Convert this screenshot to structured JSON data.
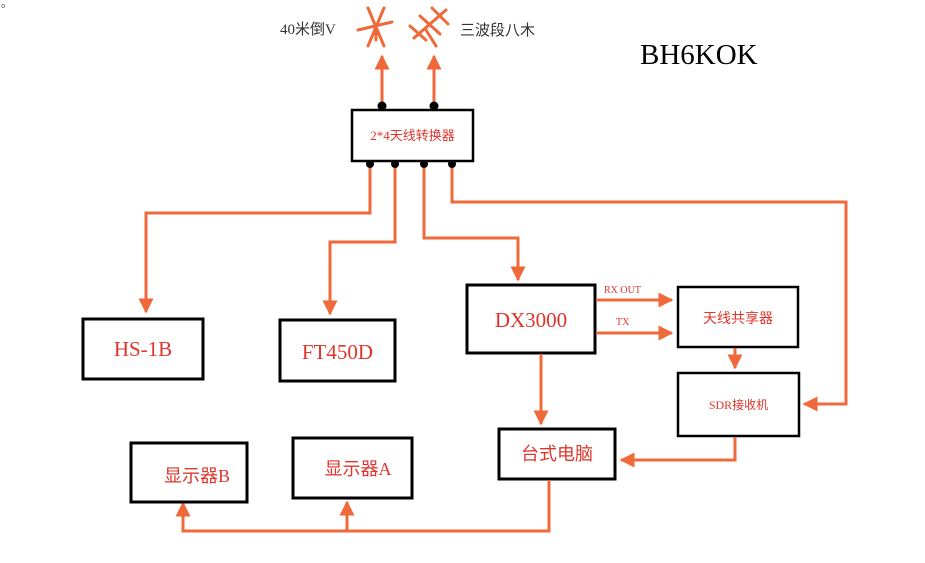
{
  "callsign": "BH6KOK",
  "corner_mark": "o",
  "colors": {
    "line": "#ee6a3a",
    "text_red": "#e0342c",
    "box": "#000000",
    "text_dark": "#333333"
  },
  "antennas": [
    {
      "label": "40米倒V",
      "icon": "inverted-v-antenna-icon"
    },
    {
      "label": "三波段八木",
      "icon": "yagi-antenna-icon"
    }
  ],
  "switcher": {
    "label": "2*4天线转换器"
  },
  "radios": [
    {
      "id": "hs1b",
      "label": "HS-1B"
    },
    {
      "id": "ft450d",
      "label": "FT450D"
    },
    {
      "id": "dx3000",
      "label": "DX3000"
    }
  ],
  "splitter": {
    "label": "天线共享器"
  },
  "sdr": {
    "label": "SDR接收机"
  },
  "pc": {
    "label": "台式电脑"
  },
  "monitors": [
    {
      "id": "b",
      "label": "显示器B"
    },
    {
      "id": "a",
      "label": "显示器A"
    }
  ],
  "links": {
    "rx_out": "RX OUT",
    "tx": "TX"
  }
}
